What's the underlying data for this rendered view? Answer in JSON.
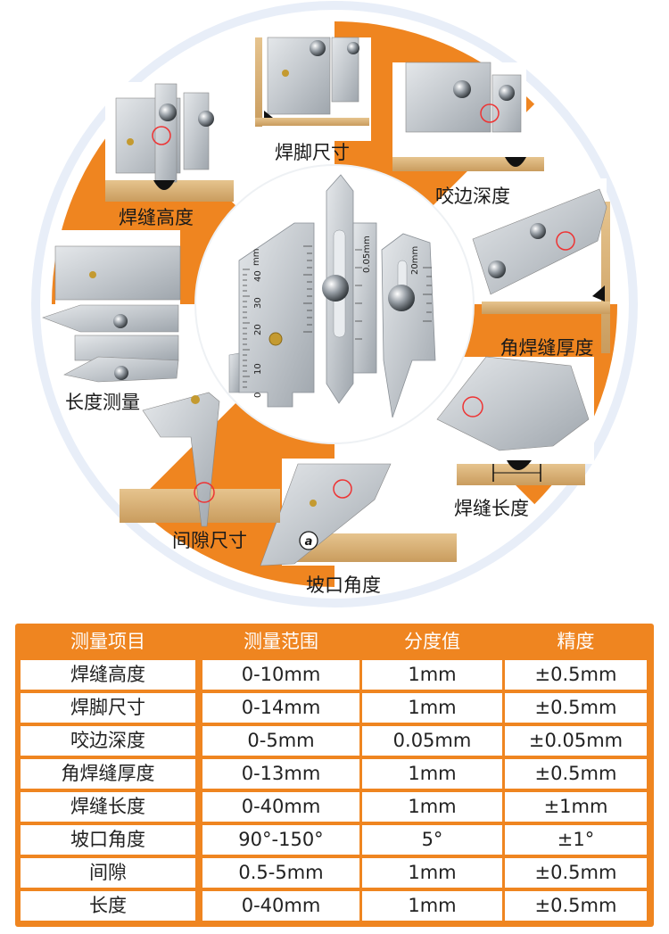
{
  "colors": {
    "accent": "#ef8520",
    "wood": "#d8b27a",
    "steel": "#c9ced3"
  },
  "wheel": {
    "center_scale_labels": [
      "mm",
      "40",
      "30",
      "20",
      "10",
      "0",
      "0.05mm",
      "20mm"
    ],
    "segments": [
      {
        "label": "焊脚尺寸",
        "scene": "gauge-on-wood-corner"
      },
      {
        "label": "咬边深度",
        "scene": "gauge-undercut"
      },
      {
        "label": "角焊缝厚度",
        "scene": "gauge-fillet-throat"
      },
      {
        "label": "焊缝长度",
        "scene": "gauge-weld-length"
      },
      {
        "label": "坡口角度",
        "scene": "gauge-bevel-angle"
      },
      {
        "label": "间隙尺寸",
        "scene": "gauge-gap"
      },
      {
        "label": "长度测量",
        "scene": "gauge-length"
      },
      {
        "label": "焊缝高度",
        "scene": "gauge-weld-height"
      }
    ],
    "angle_symbol": "a"
  },
  "table": {
    "headers": [
      "测量项目",
      "测量范围",
      "分度值",
      "精度"
    ],
    "rows": [
      [
        "焊缝高度",
        "0-10mm",
        "1mm",
        "±0.5mm"
      ],
      [
        "焊脚尺寸",
        "0-14mm",
        "1mm",
        "±0.5mm"
      ],
      [
        "咬边深度",
        "0-5mm",
        "0.05mm",
        "±0.05mm"
      ],
      [
        "角焊缝厚度",
        "0-13mm",
        "1mm",
        "±0.5mm"
      ],
      [
        "焊缝长度",
        "0-40mm",
        "1mm",
        "±1mm"
      ],
      [
        "坡口角度",
        "90°-150°",
        "5°",
        "±1°"
      ],
      [
        "间隙",
        "0.5-5mm",
        "1mm",
        "±0.5mm"
      ],
      [
        "长度",
        "0-40mm",
        "1mm",
        "±0.5mm"
      ]
    ]
  }
}
